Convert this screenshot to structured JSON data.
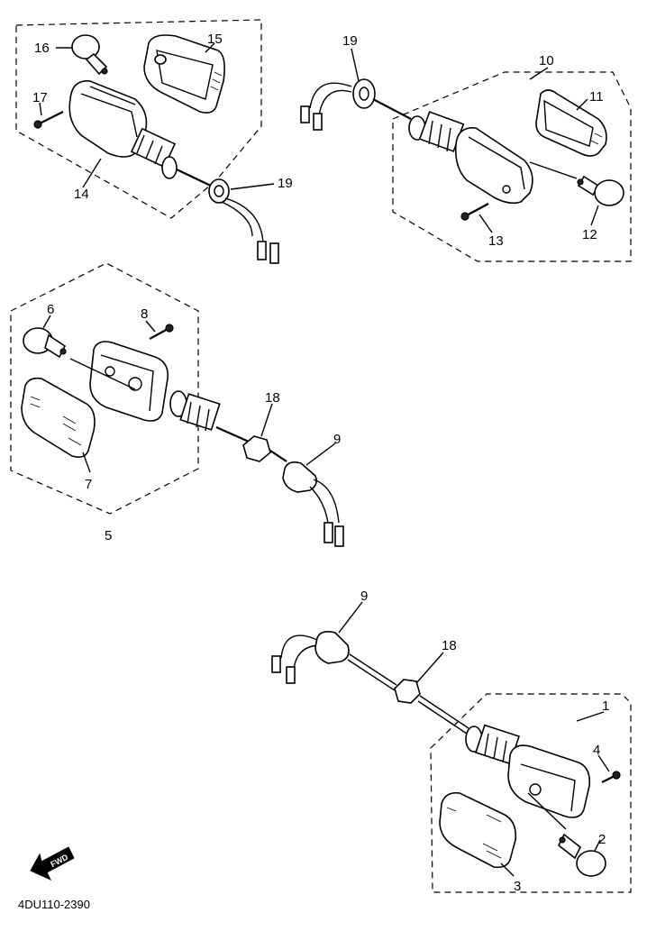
{
  "diagram": {
    "part_numbers": {
      "p1": "1",
      "p2": "2",
      "p3": "3",
      "p4": "4",
      "p5": "5",
      "p6": "6",
      "p7": "7",
      "p8": "8",
      "p9a": "9",
      "p9b": "9",
      "p10": "10",
      "p11": "11",
      "p12": "12",
      "p13": "13",
      "p14": "14",
      "p15": "15",
      "p16": "16",
      "p17": "17",
      "p18a": "18",
      "p18b": "18",
      "p19a": "19",
      "p19b": "19"
    },
    "forward_arrow_label": "FWD",
    "drawing_code": "4DU110-2390"
  }
}
